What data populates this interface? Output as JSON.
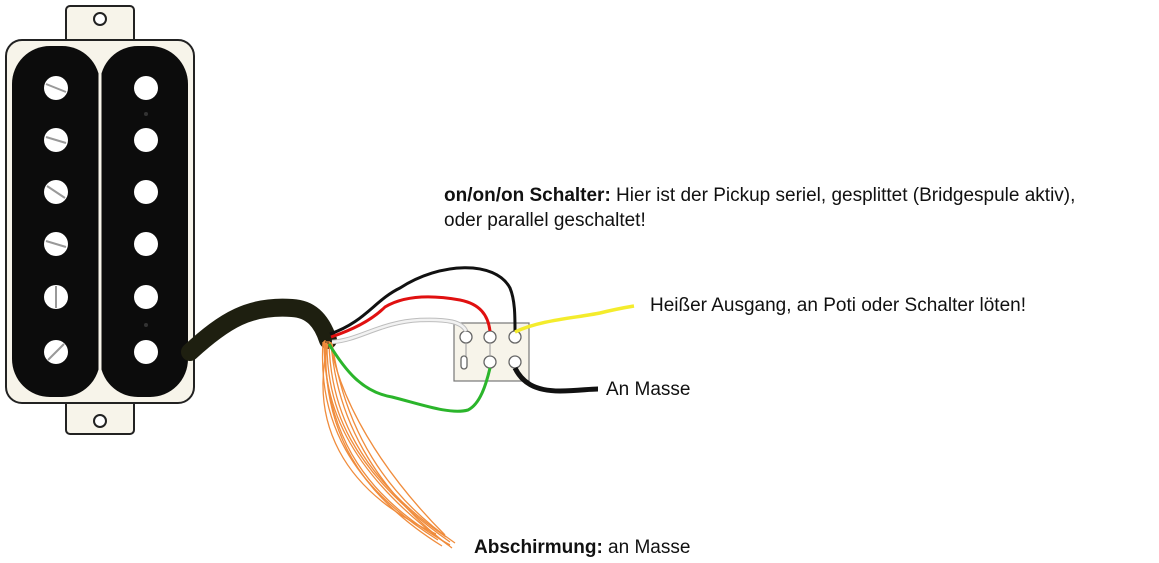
{
  "diagram": {
    "switch_note": {
      "bold": "on/on/on Schalter:",
      "line1": " Hier ist der Pickup seriel, gesplittet (Bridgespule aktiv),",
      "line2": "oder parallel geschaltet!"
    },
    "hot_output_note": "Heißer Ausgang, an Poti oder Schalter löten!",
    "ground_note": "An Masse",
    "shield_note": {
      "bold": "Abschirmung:",
      "rest": " an Masse"
    },
    "wire_colors": {
      "black": "#111111",
      "red": "#e01010",
      "white": "#f2f2f2",
      "green": "#2bb52b",
      "yellow": "#f4ec2c",
      "bare": "#f08c3c",
      "cable": "#1e1f10"
    }
  }
}
